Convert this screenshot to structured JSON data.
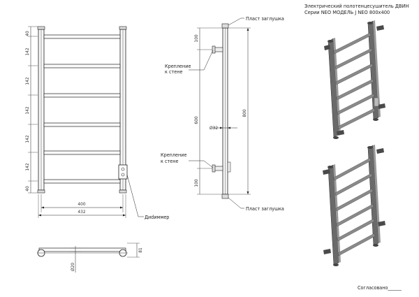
{
  "title": {
    "line1": "Электрический полотенцесушитель ДВИН",
    "line2": "Серии NEO МОДЕЛЬ J NEO 800х400"
  },
  "front_view": {
    "left_dims": [
      "40",
      "142",
      "142",
      "142",
      "142",
      "142",
      "40"
    ],
    "width_inner": "400",
    "width_outer": "432",
    "dimmer_label": "Диdиммер"
  },
  "side_view": {
    "top_cap_label": "Пласт заглушка",
    "bottom_cap_label": "Пласт заглушка",
    "mount_top_label": [
      "Крепление",
      "к стене"
    ],
    "mount_bottom_label": [
      "Крепление",
      "к стене"
    ],
    "dim_top": "100",
    "dim_middle": "600",
    "dim_bottom": "100",
    "dim_height": "800",
    "dim_diameter": "Ø32"
  },
  "bottom_view": {
    "dim_diameter": "Ø20",
    "dim_depth": "81"
  },
  "approval_label": "Согласовано______",
  "colors": {
    "line": "#222222",
    "tube_fill": "#f2f2f2",
    "render_dark": "#5a5a5a",
    "render_mid": "#8a8a8a",
    "render_light": "#c8c8c8"
  }
}
